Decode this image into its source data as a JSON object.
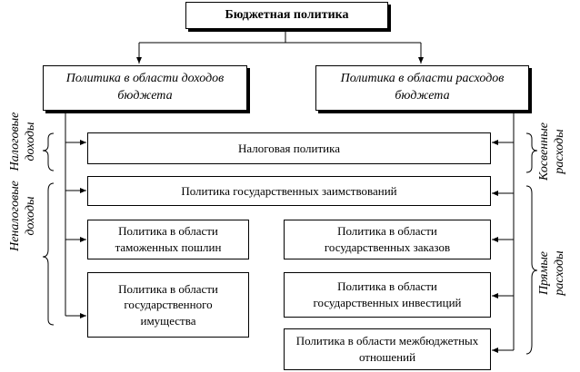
{
  "root": "Бюджетная политика",
  "left_branch": "Политика в области доходов бюджета",
  "right_branch": "Политика в области расходов бюджета",
  "tax_policy": "Налоговая политика",
  "borrowing_policy": "Политика государственных заимствований",
  "customs_policy": "Политика в области таможенных пошлин",
  "property_policy": "Политика в области государственного имущества",
  "orders_policy": "Политика в области государственных заказов",
  "investment_policy": "Политика в области государственных инвестиций",
  "interbudget_policy": "Политика в области межбюджетных отношений",
  "side_labels": {
    "tax_income": "Налоговые\nдоходы",
    "nontax_income": "Неналоговые\nдоходы",
    "indirect_expenses": "Косвенные\nрасходы",
    "direct_expenses": "Прямые\nрасходы"
  }
}
